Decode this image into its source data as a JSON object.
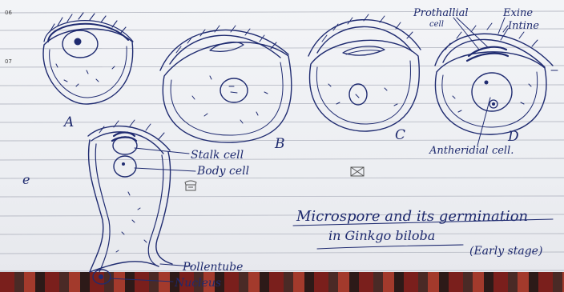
{
  "page_numbers": [
    "06",
    "07"
  ],
  "figure_labels": {
    "a": "A",
    "b": "B",
    "c": "C",
    "d": "D",
    "e": "e"
  },
  "labels": {
    "prothallial": "Prothallial",
    "cell": "cell",
    "exine": "Exine",
    "intine": "Intine",
    "antheridial": "Antheridial cell.",
    "stalk": "Stalk cell",
    "body": "Body cell",
    "pollentube": "Pollentube",
    "nucleus": "Nucleus"
  },
  "caption": {
    "line1": "Microspore and its germination",
    "line2": "in Ginkgo biloba",
    "line3": "(Early stage)"
  },
  "icons": [
    "envelope-icon",
    "phone-icon"
  ]
}
